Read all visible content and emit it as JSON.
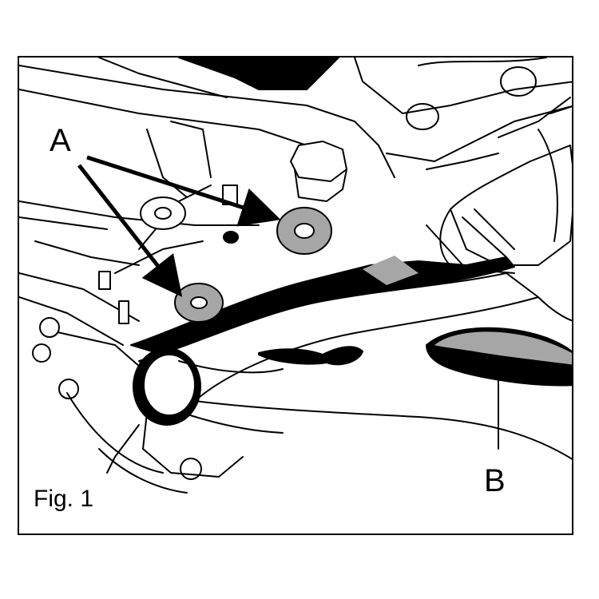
{
  "figure": {
    "caption": "Fig. 1",
    "callouts": {
      "a": "A",
      "b": "B"
    }
  },
  "colors": {
    "ink": "#000000",
    "paper": "#ffffff",
    "highlight_gray": "#a6a6a6"
  },
  "parts": {
    "a": "washer-icon",
    "b": "bump-stop-pad-icon"
  }
}
